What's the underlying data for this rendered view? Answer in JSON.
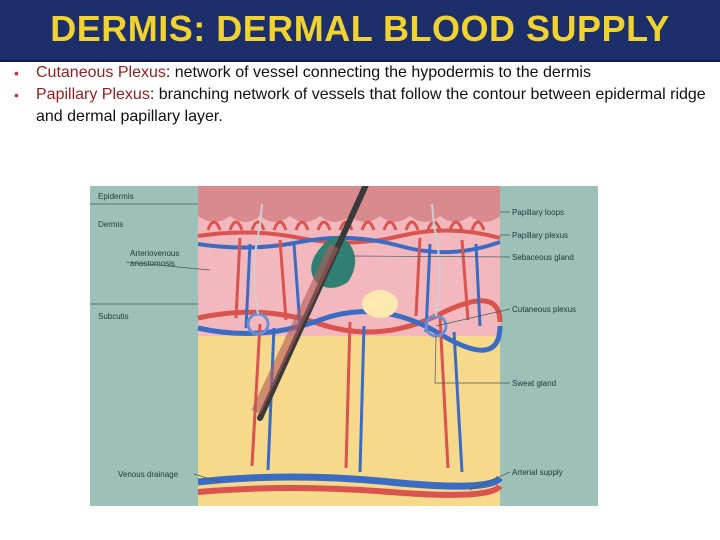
{
  "title": "DERMIS: DERMAL BLOOD SUPPLY",
  "bullets": [
    {
      "term": "Cutaneous Plexus",
      "text": ": network of vessel connecting the hypodermis to the dermis"
    },
    {
      "term": "Papillary Plexus",
      "text": ": branching network of vessels that follow the contour between epidermal ridge and dermal papillary layer."
    }
  ],
  "figure": {
    "left_labels": [
      "Epidermis",
      "Dermis",
      "Arteriovenous",
      "anastomosis",
      "Subcutis",
      "Venous drainage"
    ],
    "right_labels": [
      "Papillary loops",
      "Papillary plexus",
      "Sebaceous gland",
      "Cutaneous plexus",
      "Sweat gland",
      "Arterial supply"
    ],
    "colors": {
      "panel": "#9dc0b8",
      "epidermis": "#d98a8e",
      "dermis": "#f2b8bd",
      "subcutis": "#f7d98c",
      "artery": "#d9534f",
      "vein": "#3b6cc4",
      "gland": "#2f7f72"
    }
  }
}
